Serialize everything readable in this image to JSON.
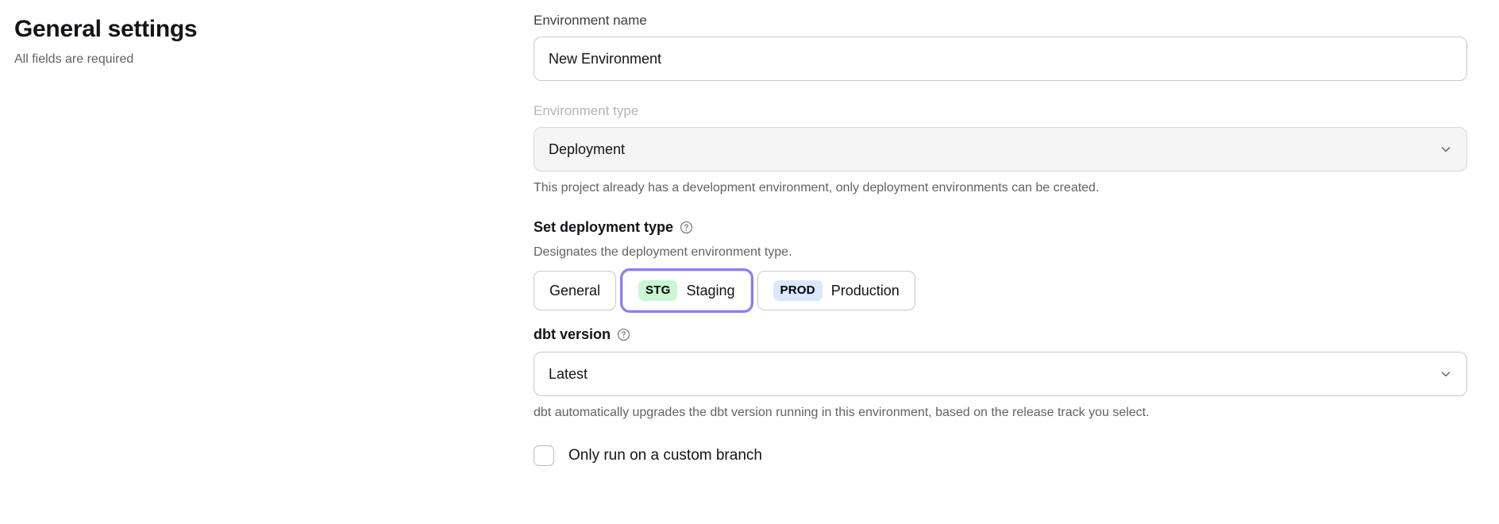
{
  "header": {
    "title": "General settings",
    "subtitle": "All fields are required"
  },
  "form": {
    "environment_name": {
      "label": "Environment name",
      "value": "New Environment",
      "placeholder": "Environment name"
    },
    "environment_type": {
      "label": "Environment type",
      "value": "Deployment",
      "disabled": true,
      "help": "This project already has a development environment, only deployment environments can be created.",
      "chevron_icon": "chevron-down-icon"
    },
    "deployment_type": {
      "heading": "Set deployment type",
      "help_icon": "question-circle-icon",
      "description": "Designates the deployment environment type.",
      "selected": "Staging",
      "options": [
        {
          "label": "General",
          "badge": null,
          "badge_bg": null,
          "focused": false
        },
        {
          "label": "Staging",
          "badge": "STG",
          "badge_bg": "#c9f7d1",
          "focused": true
        },
        {
          "label": "Production",
          "badge": "PROD",
          "badge_bg": "#d9e8fd",
          "focused": false
        }
      ]
    },
    "dbt_version": {
      "heading": "dbt version",
      "help_icon": "question-circle-icon",
      "value": "Latest",
      "help": "dbt automatically upgrades the dbt version running in this environment, based on the release track you select.",
      "chevron_icon": "chevron-down-icon"
    },
    "custom_branch": {
      "label": "Only run on a custom branch",
      "checked": false
    }
  },
  "colors": {
    "focus_ring": "#8b7cf6",
    "staging_badge": "#c9f7d1",
    "production_badge": "#d9e8fd",
    "muted_text": "#5f6368",
    "disabled_label": "#b4b4bb"
  }
}
